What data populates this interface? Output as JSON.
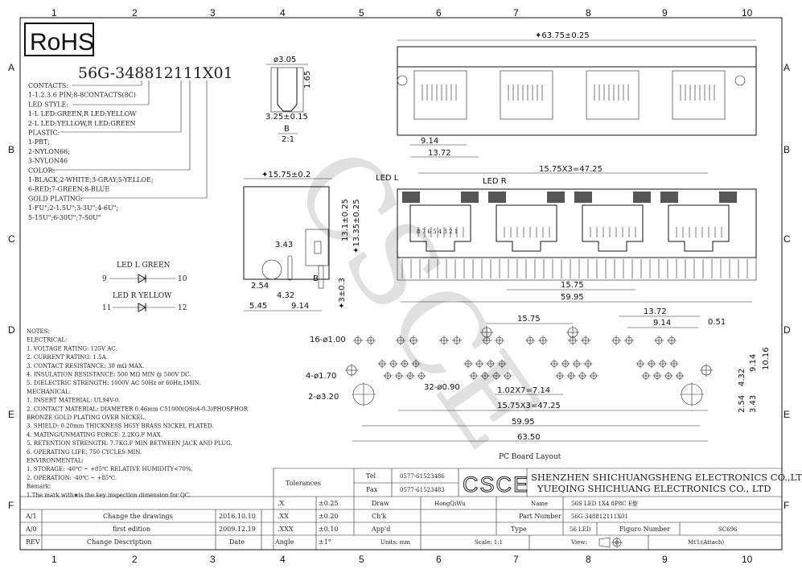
{
  "frame": {
    "columns": [
      "1",
      "2",
      "3",
      "4",
      "5",
      "6",
      "7",
      "8",
      "9",
      "10"
    ],
    "rows": [
      "A",
      "B",
      "C",
      "D",
      "E",
      "F"
    ]
  },
  "rohs_logo": "RoHS",
  "watermark": "CSCE",
  "part_code": {
    "number": "56G-348812111X01",
    "legend": [
      "CONTACTS:",
      "1-1.2.3.6 PIN;8-8CONTACTS(8C)",
      "LED STYLE:",
      "1-L LED:GREEN,R LED:YELLOW",
      "2-L LED:YELLOW,R LED:GREEN",
      "PLASTIC:",
      "1-PBT;",
      "2-NYLON66;",
      "3-NYLON46",
      "COLOR:",
      "1-BLACK;2-WHITE;3-GRAY;5-YELLOE;",
      "6-RED;7-GREEN;8-BLUE",
      "GOLD PLATING:",
      "1-FU\";2-1.5U\";3-3U\";4-6U\";",
      "5-15U\";6-30U\";7-50U\""
    ]
  },
  "detail_b": {
    "dims": [
      "ø3.05",
      "1.65",
      "3.25±0.15"
    ],
    "label": "B",
    "scale": "2:1"
  },
  "side_view": {
    "dims": [
      "✦15.75±0.2",
      "13.1±0.25",
      "✦13.35±0.25",
      "3.43",
      "2.54",
      "4.32",
      "5.45",
      "9.14",
      "✦3±0.3",
      "B"
    ]
  },
  "led_schematic": {
    "led_l": "LED L GREEN",
    "led_l_pins": [
      "9",
      "10"
    ],
    "led_r": "LED R YELLOW",
    "led_r_pins": [
      "11",
      "12"
    ]
  },
  "top_view": {
    "overall": "✦63.75±0.25",
    "dims": [
      "9.14",
      "13.72"
    ]
  },
  "front_view": {
    "led_l": "LED L",
    "led_r": "LED R",
    "pitch": "15.75X3=47.25",
    "pin_numbers": "8 7 6 5 4 3 2 1",
    "dims": [
      "15.75",
      "59.95"
    ]
  },
  "pcb_layout": {
    "title": "PC Board Layout",
    "holes": [
      "16-ø1.00",
      "4-ø1.70",
      "2-ø3.20",
      "32-ø0.90"
    ],
    "dims": [
      "15.75",
      "13.72",
      "9.14",
      "0.51",
      "1.02X7=7.14",
      "15.75X3=47.25",
      "59.95",
      "63.50",
      "4.32",
      "9.14",
      "10.16",
      "2.54",
      "3.43"
    ]
  },
  "notes": [
    "NOTES:",
    "ELECTRICAL:",
    "1.  VOLTAGE RATING: 125V AC.",
    "2.  CURRENT RATING: 1.5A.",
    "3.  CONTACT RESISTANCE: 30 mΩ  MAX.",
    "4.  INSULATION RESISTANCE: 500 MΩ  MIN @ 500V DC.",
    "5.  DIELECTRIC STRENGTH: 1000V AC 50Hz or 60Hz,1MIN.",
    "MECHANICAL:",
    "1.  INSERT MATERIAL: UL94V-0.",
    "2.  CONTACT MATERIAL: DIAMETER 0.46mm C51000(QSn4-0.3)PHOSPHOR",
    "                      BRONZE GOLD PLATING OVER NICKEL.",
    "3.  SHIELD: 0.20mm THICKNESS H65Y BRASS NICKEL PLATED.",
    "4.  MATING/UNMATING FORCE: 2.2KG.F MAX.",
    "5.  RETENTION STRENGTH: 7.7KG.F MIN BETWEEN JACK AND PLUG.",
    "6.  OPERATING LIFE: 750 CYCLES MIN.",
    "ENVIRONMENTAL:",
    "1.  STORAGE: -40℃ ~ +85℃ RELATIVE HUMIDITY<70%.",
    "2.  OPERATION: -40℃ ~ +85℃.",
    "Remark:",
    "1.The mark with★is the key inspection dimension for QC."
  ],
  "revisions": {
    "rows": [
      {
        "rev": "A/1",
        "desc": "Change the drawings",
        "date": "2016.10.10"
      },
      {
        "rev": "A/0",
        "desc": "first edition",
        "date": "2009.12.19"
      }
    ],
    "header": {
      "rev": "REV",
      "desc": "Change Description",
      "date": "Date"
    }
  },
  "title_block": {
    "tolerances_label": "Tolerances",
    "tolerances": [
      {
        "k": ".X",
        "v": "±0.25"
      },
      {
        "k": ".XX",
        "v": "±0.20"
      },
      {
        "k": ".XXX",
        "v": "±0.10"
      },
      {
        "k": "Angle",
        "v": "±1°"
      }
    ],
    "tel_label": "Tel",
    "tel": "0577-61523486",
    "fax_label": "Fax",
    "fax": "0577-61523483",
    "logo": "CSCE",
    "company1": "SHENZHEN SHICHUANGSHENG ELECTRONICS CO.,LTD",
    "company2": "YUEQING SHICHUANG ELECTRONICS CO., LTD",
    "draw_label": "Draw",
    "draw": "HongQiWu",
    "chk_label": "Ch'k",
    "app_label": "App'd",
    "name_label": "Name",
    "name": "56S LED 1X4 8P8C E型",
    "pn_label": "Part Number",
    "pn": "56G-348812111X01",
    "type_label": "Type",
    "type": "56 LED",
    "figure_label": "Figuro Number",
    "figure": "SC696",
    "units": "Units: mm",
    "scale": "Scale: 1:1",
    "view": "View:",
    "material": "Mt'l:(Attach)"
  }
}
